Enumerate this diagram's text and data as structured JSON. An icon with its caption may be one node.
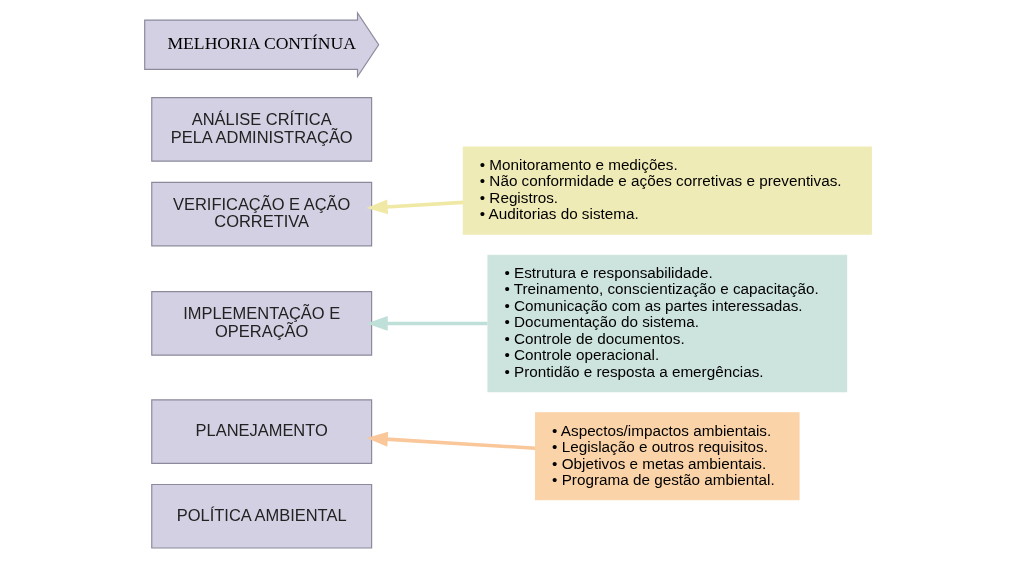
{
  "diagram": {
    "nodes": [
      {
        "text": [
          "MELHORIA CONTÍNUA"
        ]
      },
      {
        "text": [
          "ANÁLISE CRÍTICA PELA ADMINISTRAÇÃO"
        ]
      },
      {
        "text": [
          "VERIFICAÇÃO E AÇÃO CORRETIVA"
        ]
      },
      {
        "text": [
          "IMPLEMENTAÇÃO E OPERAÇÃO"
        ]
      },
      {
        "text": [
          "PLANEJAMENTO"
        ]
      },
      {
        "text": [
          "POLÍTICA AMBIENTAL"
        ]
      },
      {
        "text": [
          "• Monitoramento e medições.",
          "• Não conformidade e ações corretivas e preventivas.",
          "• Registros.",
          "• Auditorias do sistema."
        ]
      },
      {
        "text": [
          "• Estrutura e responsabilidade.",
          "• Treinamento, conscientização e capacitação.",
          "• Comunicação com as partes interessadas.",
          "• Documentação do sistema.",
          "• Controle de documentos.",
          "• Controle operacional.",
          "• Prontidão e resposta a emergências."
        ]
      },
      {
        "text": [
          "• Aspectos/impactos ambientais.",
          "• Legislação e outros requisitos.",
          "• Objetivos e metas ambientais.",
          "• Programa de gestão ambiental."
        ]
      }
    ],
    "edges": [
      {
        "from": 6,
        "to": 2,
        "arrow": "to",
        "color": "#f0e9a6"
      },
      {
        "from": 7,
        "to": 3,
        "arrow": "to",
        "color": "#bfe0d9"
      },
      {
        "from": 8,
        "to": 4,
        "arrow": "to",
        "color": "#f9c79a"
      }
    ]
  }
}
